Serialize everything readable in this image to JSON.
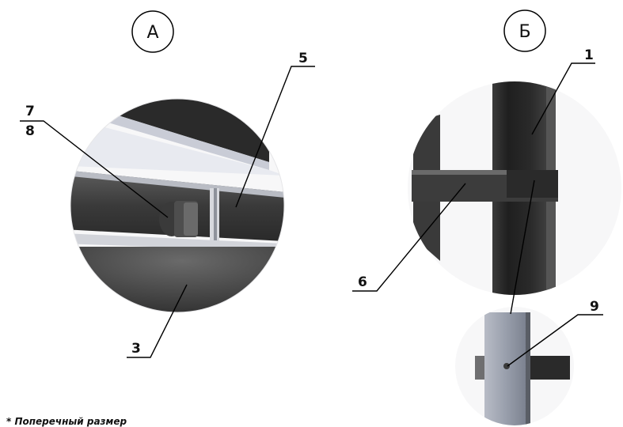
{
  "sections": {
    "a": "А",
    "b": "Б"
  },
  "callouts": {
    "c1": "1",
    "c3": "3",
    "c5": "5",
    "c6": "6",
    "c7": "7",
    "c8": "8",
    "c9": "9"
  },
  "footnote": "* Поперечный размер",
  "colors": {
    "metal_dark": "#2b2b2b",
    "metal_mid": "#4a4a4a",
    "metal_light": "#8a8a8a",
    "line": "#000000"
  }
}
